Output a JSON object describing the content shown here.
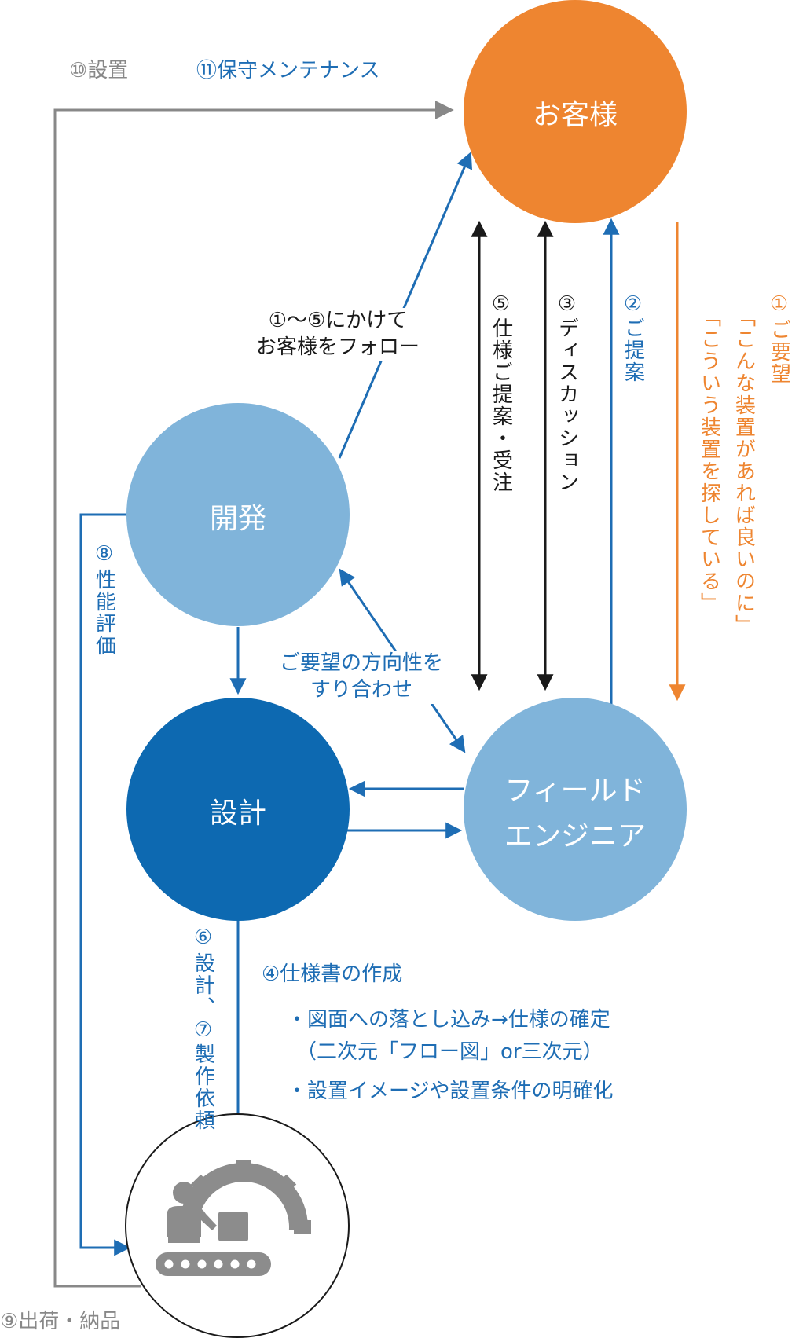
{
  "colors": {
    "customer": "#EE8530",
    "dev": "#80B4DA",
    "design": "#0D69B1",
    "field": "#80B4DA",
    "blue_text": "#1E6DB4",
    "orange_text": "#EE8530",
    "black_text": "#1a1a1a",
    "gray_line": "#888888",
    "icon_gray": "#8C8C8C"
  },
  "nodes": {
    "customer": "お客様",
    "dev": "開発",
    "design": "設計",
    "field_line1": "フィールド",
    "field_line2": "エンジニア"
  },
  "labels": {
    "install": "⑩設置",
    "maintenance": "⑪保守メンテナンス",
    "follow_line1": "①〜⑤にかけて",
    "follow_line2": "お客様をフォロー",
    "align_line1": "ご要望の方向性を",
    "align_line2": "すり合わせ",
    "spec_main": "④仕様書の作成",
    "spec_item1": "・図面への落とし込み→仕様の確定",
    "spec_item2": "（二次元「フロー図」or三次元）",
    "spec_item3": "・設置イメージや設置条件の明確化",
    "shipping": "⑨出荷・納品"
  },
  "vertical_labels": {
    "request_num": "①",
    "request": "ご要望",
    "request_quote1": "「こんな装置があれば良いのに」",
    "request_quote2": "「こういう装置を探している」",
    "proposal": "②ご提案",
    "discussion": "③ディスカッション",
    "spec_order": "⑤仕様ご提案・受注",
    "eval_num": "⑧",
    "eval": "性能評価",
    "design_order_1": "⑥",
    "design_order_2": "設計、⑦製作依頼"
  }
}
